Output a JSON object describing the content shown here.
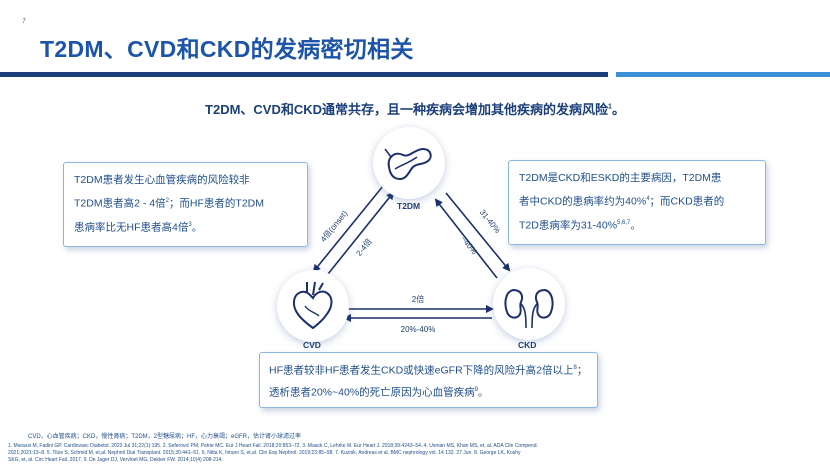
{
  "page_number": "7",
  "title": "T2DM、CVD和CKD的发病密切相关",
  "subtitle": "T2DM、CVD和CKD通常共存，且一种疾病会增加其他疾病的发病风险",
  "subtitle_ref": "1",
  "subtitle_end": "。",
  "nodes": {
    "t2dm": {
      "label": "T2DM",
      "icon": "pancreas-icon"
    },
    "cvd": {
      "label": "CVD",
      "icon": "heart-icon"
    },
    "ckd": {
      "label": "CKD",
      "icon": "kidneys-icon"
    }
  },
  "edges": {
    "t2dm_cvd_outer": "4倍(onset)",
    "t2dm_cvd_inner": "2-4倍",
    "t2dm_ckd_outer": "31-40%",
    "t2dm_ckd_inner": "~40%",
    "cvd_ckd_top": "2倍",
    "cvd_ckd_bottom": "20%-40%"
  },
  "box_left": {
    "line1": "T2DM患者发生心血管疾病的风险较非",
    "line2a": "T2DM患者高2 - 4倍",
    "ref2": "2",
    "line2b": "；而HF患者的T2DM",
    "line3a": "患病率比无HF患者高4倍",
    "ref3": "3",
    "line3b": "。"
  },
  "box_right": {
    "line1": "T2DM是CKD和ESKD的主要病因，T2DM患",
    "line2a": "者中CKD的患病率约为40%",
    "ref4": "4",
    "line2b": "；而CKD患者的",
    "line3a": "T2D患病率为31-40%",
    "ref5": "5,6,7",
    "line3b": "。"
  },
  "box_bottom": {
    "line1a": "HF患者较非HF患者发生CKD或快速eGFR下降的风险升高2倍以上",
    "ref8": "8",
    "line1b": "；",
    "line2a": "透析患者20%~40%的死亡原因为心血管疾病",
    "ref9": "9",
    "line2b": "。"
  },
  "abbreviations": "CVD，心血管疾病；CKD，慢性肾病；T2DM，2型糖尿病；HF，心力衰竭；eGFR，估计肾小球滤过率",
  "references_line1": "1. Marassi M, Fadini GP. Cardiovasc Diabetol. 2023 Jul 31;22(1):195. 2. Seferović PM, Petrie MC. Eur J Heart Fail. 2018;20:853–72. 3. Maack C, Lehrke M. Eur Heart J. 2018;39:4243–54. 4. Usman MS, Khan MS, et, al. ADA Clin Compend.",
  "references_line2": "2021;2021:13–8. 5. Titze S, Schmid M, et,al. Nephrol Dial Transplant. 2015;30:441–51. 6. Nitta K, Iimuro S, et,al. Clin Exp Nephrol. 2019;23:85–98. 7. Kuznik, Andreas et al. BMC nephrology vol. 14 132. 27 Jun. 8. George LK, Koshy",
  "references_line3": "SKG, et, al. Circ Heart Fail. 2017. 9. De Jager DJ, Vervloet MG, Dekker FW. 2014;10(4):208-214.",
  "colors": {
    "title": "#1b54a8",
    "rule_dark": "#1b3f7a",
    "rule_light": "#3b8fd6",
    "arrow": "#1b2f6e",
    "box_border": "#8db6e2"
  }
}
